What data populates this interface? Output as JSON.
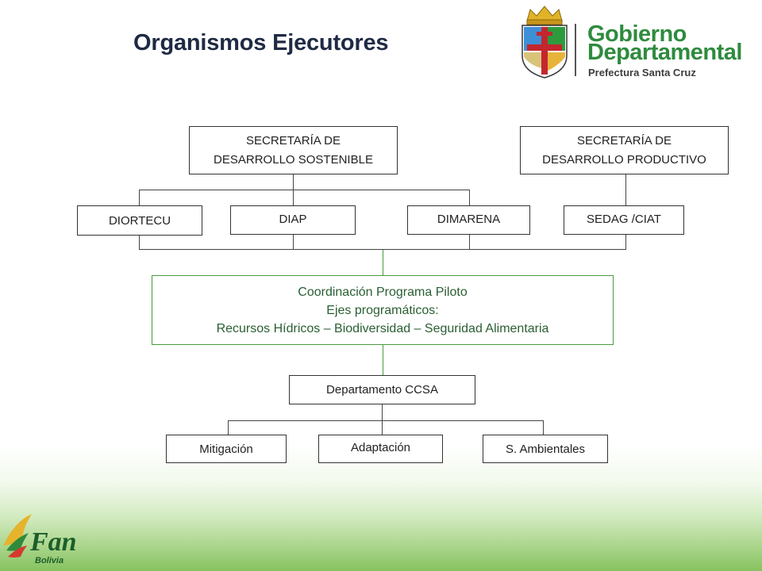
{
  "page": {
    "title": "Organismos Ejecutores"
  },
  "logo_gobierno": {
    "line1": "Gobierno",
    "line2": "Departamental",
    "line3": "Prefectura Santa Cruz"
  },
  "logo_fan": {
    "text": "Fan",
    "subtext": "Bolivia"
  },
  "org_chart": {
    "secretaria_sostenible": [
      "SECRETARÍA  DE",
      "DESARROLLO SOSTENIBLE"
    ],
    "secretaria_productivo": [
      "SECRETARÍA  DE",
      "DESARROLLO PRODUCTIVO"
    ],
    "units": [
      "DIORTECU",
      "DIAP",
      "DIMARENA",
      "SEDAG /CIAT"
    ],
    "coordinacion": [
      "Coordinación Programa Piloto",
      "Ejes programáticos:",
      "Recursos Hídricos – Biodiversidad – Seguridad Alimentaria"
    ],
    "departamento": "Departamento CCSA",
    "areas": [
      "Mitigación",
      "Adaptación",
      "S.  Ambientales"
    ]
  },
  "colors": {
    "title": "#1f2a44",
    "brand_green": "#2e8b3e",
    "coord_text": "#2a5f33",
    "connector_green": "#4a9a3f",
    "box_border": "#333333"
  }
}
